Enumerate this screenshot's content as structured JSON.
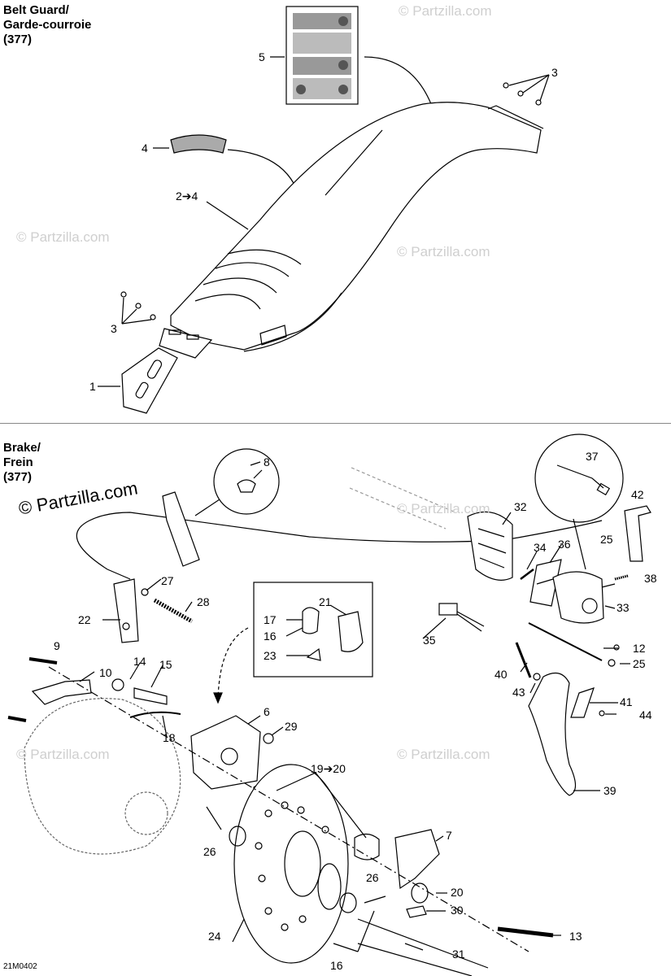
{
  "sections": {
    "belt_guard": {
      "line1": "Belt Guard/",
      "line2": "Garde-courroie",
      "line3": "(377)"
    },
    "brake": {
      "line1": "Brake/",
      "line2": "Frein",
      "line3": "(377)"
    }
  },
  "watermarks": {
    "small": "© Partzilla.com",
    "large": "© Partzilla.com"
  },
  "figure_code": "21M0402",
  "part_labels": {
    "l5": "5",
    "l3a": "3",
    "l4": "4",
    "l24": "2➔4",
    "l3b": "3",
    "l1": "1",
    "l8": "8",
    "l37": "37",
    "l42": "42",
    "l32": "32",
    "l34": "34",
    "l36": "36",
    "l25a": "25",
    "l38": "38",
    "l33": "33",
    "l27": "27",
    "l28": "28",
    "l22": "22",
    "l21": "21",
    "l17": "17",
    "l16a": "16",
    "l23": "23",
    "l35": "35",
    "l12": "12",
    "l25b": "25",
    "l40": "40",
    "l43": "43",
    "l9": "9",
    "l10": "10",
    "l14": "14",
    "l15": "15",
    "l41": "41",
    "l44": "44",
    "l6": "6",
    "l29": "29",
    "l18": "18",
    "l1920": "19➔20",
    "l39": "39",
    "l7": "7",
    "l26a": "26",
    "l26b": "26",
    "l20": "20",
    "l30": "30",
    "l13": "13",
    "l24b": "24",
    "l31": "31",
    "l16b": "16"
  }
}
